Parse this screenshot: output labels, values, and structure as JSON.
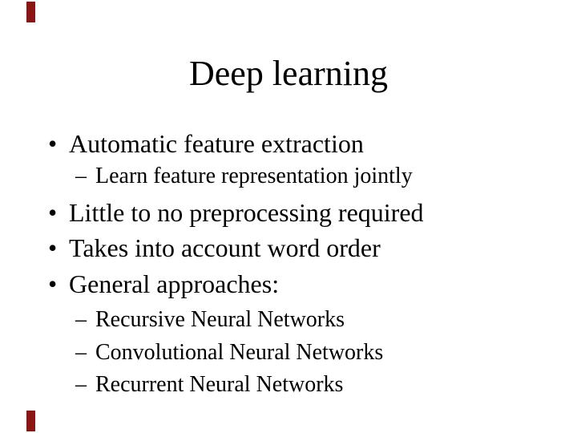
{
  "slide": {
    "title": "Deep learning",
    "background_color": "#ffffff",
    "text_color": "#000000",
    "accent_color": "#8b1414",
    "bullets": [
      {
        "level": 1,
        "marker": "•",
        "text": "Automatic feature extraction"
      },
      {
        "level": 2,
        "marker": "–",
        "text": "Learn feature representation jointly"
      },
      {
        "level": 1,
        "marker": "•",
        "text": "Little to no preprocessing required"
      },
      {
        "level": 1,
        "marker": "•",
        "text": "Takes into account word order"
      },
      {
        "level": 1,
        "marker": "•",
        "text": "General approaches:"
      },
      {
        "level": 2,
        "marker": "–",
        "text": "Recursive Neural Networks"
      },
      {
        "level": 2,
        "marker": "–",
        "text": "Convolutional Neural Networks"
      },
      {
        "level": 2,
        "marker": "–",
        "text": "Recurrent Neural Networks"
      }
    ]
  }
}
